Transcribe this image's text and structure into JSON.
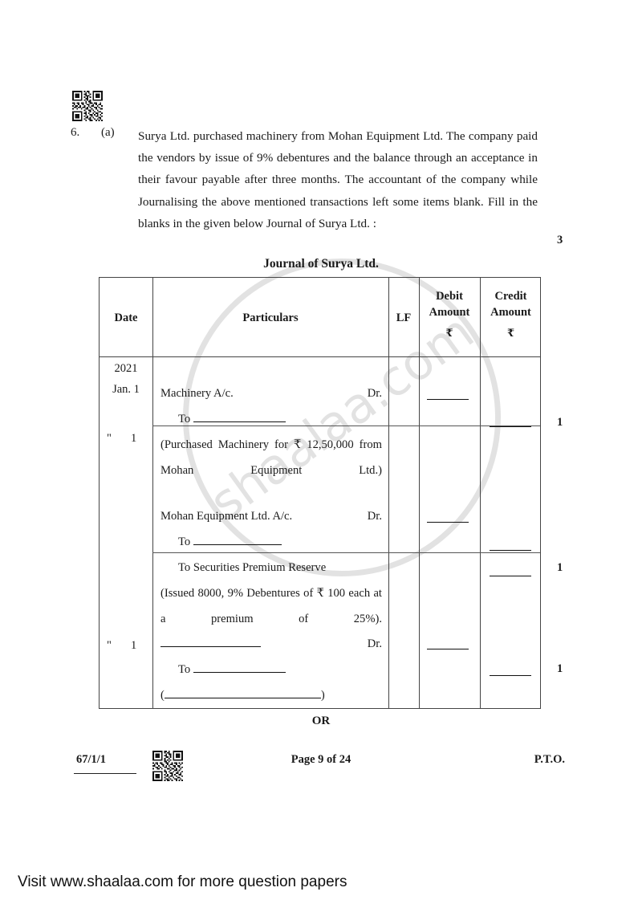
{
  "question": {
    "number": "6.",
    "part": "(a)",
    "text": "Surya Ltd. purchased machinery from Mohan Equipment Ltd. The company paid the vendors by issue of 9% debentures and the balance through an acceptance in their favour payable after three months. The accountant of the company while Journalising the above mentioned transactions left some items blank. Fill in the blanks in the given below Journal of Surya Ltd. :",
    "marks": "3"
  },
  "table": {
    "title": "Journal of Surya Ltd.",
    "headers": {
      "date": "Date",
      "particulars": "Particulars",
      "lf": "LF",
      "debit": "Debit Amount",
      "credit": "Credit Amount",
      "currency_symbol": "₹"
    },
    "rows": [
      {
        "date_year": "2021",
        "date_month": "Jan.",
        "date_day": "1",
        "debit_line": "Machinery A/c.",
        "dr_label": "Dr.",
        "credit_line_prefix": "To",
        "narration": "(Purchased Machinery for ₹ 12,50,000 from Mohan Equipment Ltd.)",
        "marks": "1"
      },
      {
        "date_ditto": "\"",
        "date_day": "1",
        "debit_line": "Mohan Equipment Ltd. A/c.",
        "dr_label": "Dr.",
        "credit_line_prefix": "To",
        "credit_line_2": "To Securities Premium Reserve",
        "narration": "(Issued 8000, 9% Debentures of ₹ 100 each at a premium of 25%).",
        "marks": "1"
      },
      {
        "date_ditto": "\"",
        "date_day": "1",
        "debit_line": "",
        "dr_label": "Dr.",
        "credit_line_prefix": "To",
        "narration_open": "(",
        "narration_close": ")",
        "marks": "1"
      }
    ]
  },
  "or_text": "OR",
  "footer": {
    "code": "67/1/1",
    "page": "Page 9 of 24",
    "pto": "P.T.O."
  },
  "watermark": {
    "text": "shaalaa.com"
  },
  "promo": {
    "text": "Visit www.shaalaa.com for more question papers"
  }
}
